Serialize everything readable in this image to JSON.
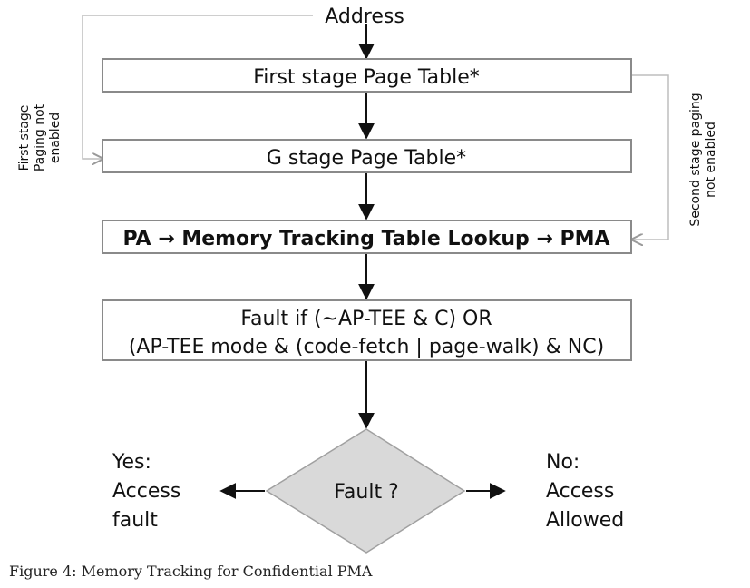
{
  "address_label": "Address",
  "boxes": {
    "first_stage": "First stage Page Table*",
    "g_stage": "G stage Page Table*",
    "lookup": "PA → Memory Tracking Table Lookup → PMA",
    "fault_line1": "Fault if (~AP-TEE & C) OR",
    "fault_line2": "(AP-TEE mode & (code-fetch | page-walk) & NC)"
  },
  "decision": "Fault ?",
  "side_left": [
    "First stage",
    "Paging not",
    "enabled"
  ],
  "side_right": [
    "Second stage paging",
    "not enabled"
  ],
  "outcome_yes": [
    "Yes:",
    "Access",
    "fault"
  ],
  "outcome_no": [
    "No:",
    "Access",
    "Allowed"
  ],
  "caption": "Figure 4: Memory Tracking for Confidential PMA",
  "colors": {
    "box_border": "#8a8a8a",
    "bypass_line": "#bdbdbd",
    "diamond_fill": "#d9d9d9",
    "arrow": "#111111"
  }
}
